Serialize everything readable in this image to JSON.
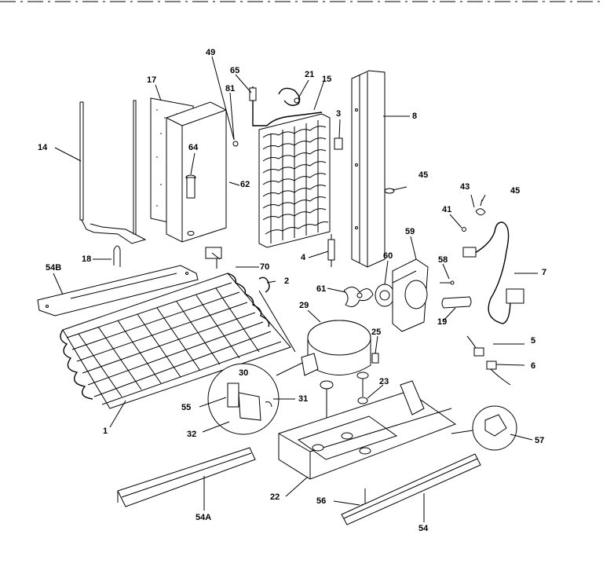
{
  "labels": {
    "p49": "49",
    "p65": "65",
    "p21": "21",
    "p15": "15",
    "p17": "17",
    "p81": "81",
    "p3": "3",
    "p8": "8",
    "p14": "14",
    "p64": "64",
    "p62": "62",
    "p45a": "45",
    "p43": "43",
    "p45b": "45",
    "p41": "41",
    "p59": "59",
    "p18": "18",
    "p54b": "54B",
    "p70": "70",
    "p4": "4",
    "p60": "60",
    "p58": "58",
    "p7": "7",
    "p2": "2",
    "p61": "61",
    "p29": "29",
    "p19": "19",
    "p25": "25",
    "p5": "5",
    "p6": "6",
    "p30": "30",
    "p23": "23",
    "p55": "55",
    "p31": "31",
    "p1": "1",
    "p32": "32",
    "p57": "57",
    "p22": "22",
    "p56": "56",
    "p54a": "54A",
    "p54": "54"
  }
}
